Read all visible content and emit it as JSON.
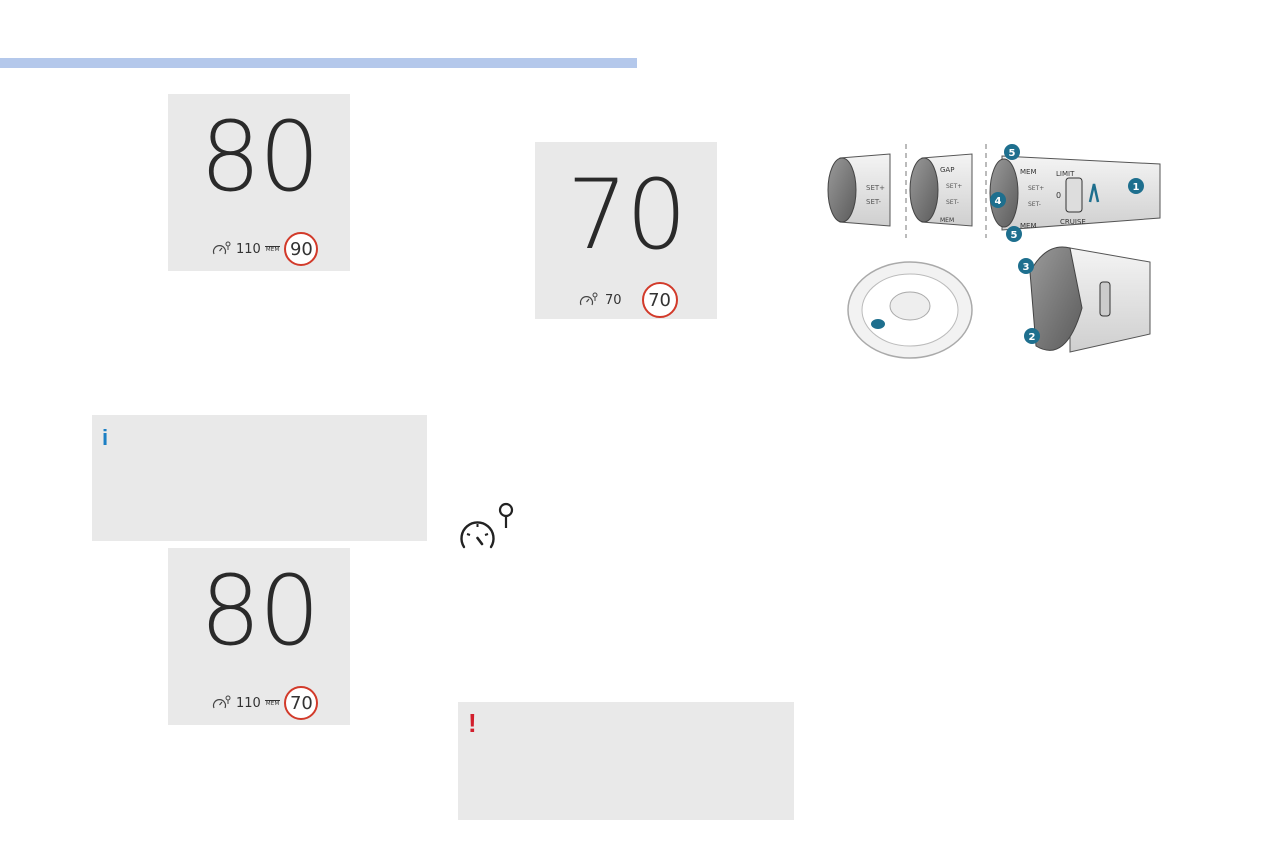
{
  "display1": {
    "speed": "80",
    "setting": "110",
    "mem": "MEM",
    "limit": "90"
  },
  "display2": {
    "speed": "70",
    "setting": "70",
    "limit": "70"
  },
  "display3": {
    "speed": "80",
    "setting": "110",
    "mem": "MEM",
    "limit": "70"
  },
  "info_note": {
    "icon": "i",
    "icon_color": "#1b7fc4"
  },
  "warning_note": {
    "icon": "!",
    "icon_color": "#d21f2d"
  },
  "diagram": {
    "callouts": [
      "5",
      "1",
      "4",
      "5",
      "3",
      "2"
    ],
    "lever_labels": {
      "gap": "GAP",
      "mem": "MEM",
      "set_plus": "SET+",
      "set_minus": "SET-",
      "limit": "LIMIT",
      "cruise": "CRUISE",
      "zero": "0"
    },
    "callout_color": "#1e6f8e"
  },
  "colors": {
    "header_bar": "#b4c8eb",
    "panel_bg": "#e9e9e9",
    "limit_ring": "#d23a2a"
  }
}
